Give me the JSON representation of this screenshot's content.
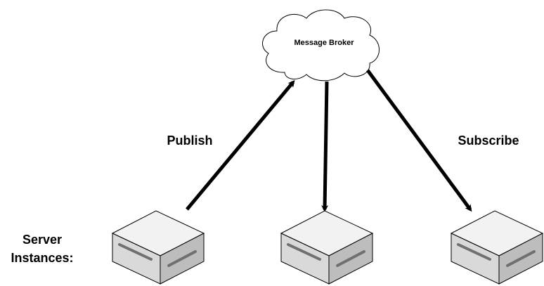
{
  "broker": {
    "label": "Message Broker"
  },
  "edges": {
    "publish_label": "Publish",
    "subscribe_label": "Subscribe"
  },
  "servers": {
    "label_line1": "Server",
    "label_line2": "Instances:",
    "count": 3
  },
  "colors": {
    "stroke": "#000000",
    "box_top": "#f2f2f2",
    "box_left": "#d9d9d9",
    "box_right": "#bdbdbd",
    "slot": "#707070"
  }
}
